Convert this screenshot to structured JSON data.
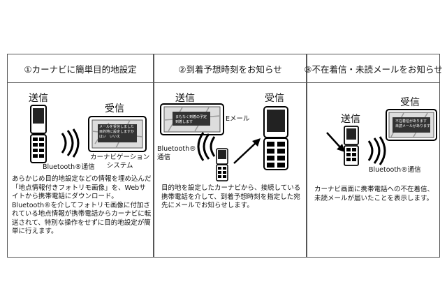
{
  "panels": [
    {
      "title": "①カーナビに簡単目的地設定",
      "send_label": "送信",
      "receive_label": "受信",
      "comm_label": "Bluetooth®通信",
      "device_label": "カーナビゲーション\nシステム",
      "screen_text": [
        "メールを受信しました",
        "目的地に設定しますか",
        "はい　いいえ"
      ],
      "description": "あらかじめ目的地設定などの情報を埋め込んだ「地点情報付きフォトリモ画像」を、Webサイトから携帯電話にダウンロード。\nBluetooth®を介してフォトリモ画像に付加されている地点情報が携帯電話からカーナビに転送されて、特別な操作をせずに目的地設定が簡単に行えます。"
    },
    {
      "title": "②到着予想時刻をお知らせ",
      "send_label": "送信",
      "receive_label": "受信",
      "comm_label": "Bluetooth®\n通信",
      "email_label": "Eメール",
      "screen_text": [
        "まもなく到着の予定",
        "到着します"
      ],
      "description": "目的地を設定したカーナビから、接続している携帯電話を介して、到着予想時刻を指定した宛先にメールでお知らせします。"
    },
    {
      "title": "③不在着信・未読メールをお知らせ",
      "send_label": "送信",
      "receive_label": "受信",
      "comm_label": "Bluetooth®通信",
      "screen_text": [
        "不在着信があります",
        "未読メールがあります"
      ],
      "description": "カーナビ画面に携帯電話への不在着信、未読メールが届いたことを表示します。"
    }
  ]
}
